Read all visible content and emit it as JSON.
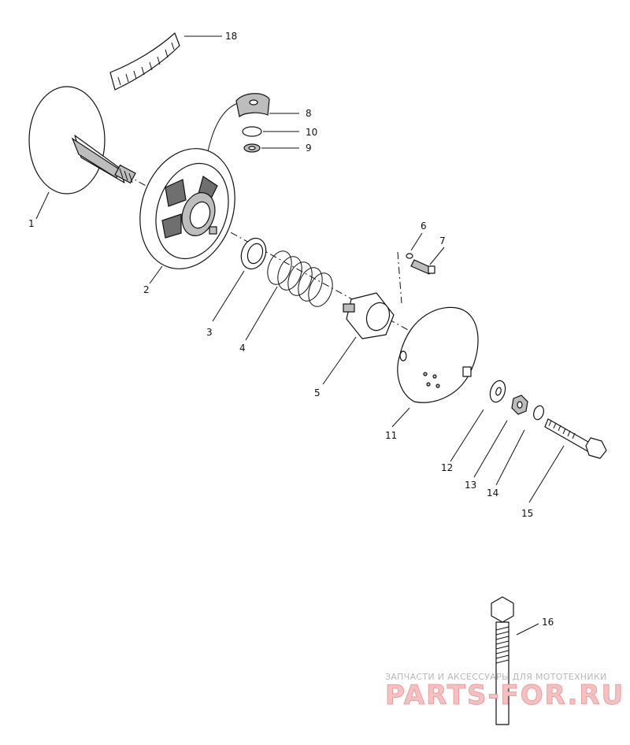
{
  "callouts": {
    "c1": "1",
    "c2": "2",
    "c3": "3",
    "c4": "4",
    "c5": "5",
    "c6": "6",
    "c7": "7",
    "c8": "8",
    "c9": "9",
    "c10": "10",
    "c11": "11",
    "c12": "12",
    "c13": "13",
    "c14": "14",
    "c15": "15",
    "c16": "16",
    "c18": "18"
  },
  "watermark": {
    "tagline": "ЗАПЧАСТИ И АКСЕССУАРЫ ДЛЯ МОТОТЕХНИКИ",
    "logo": "PARTS-FOR.RU",
    "logo_color": "#f3c1c1"
  }
}
